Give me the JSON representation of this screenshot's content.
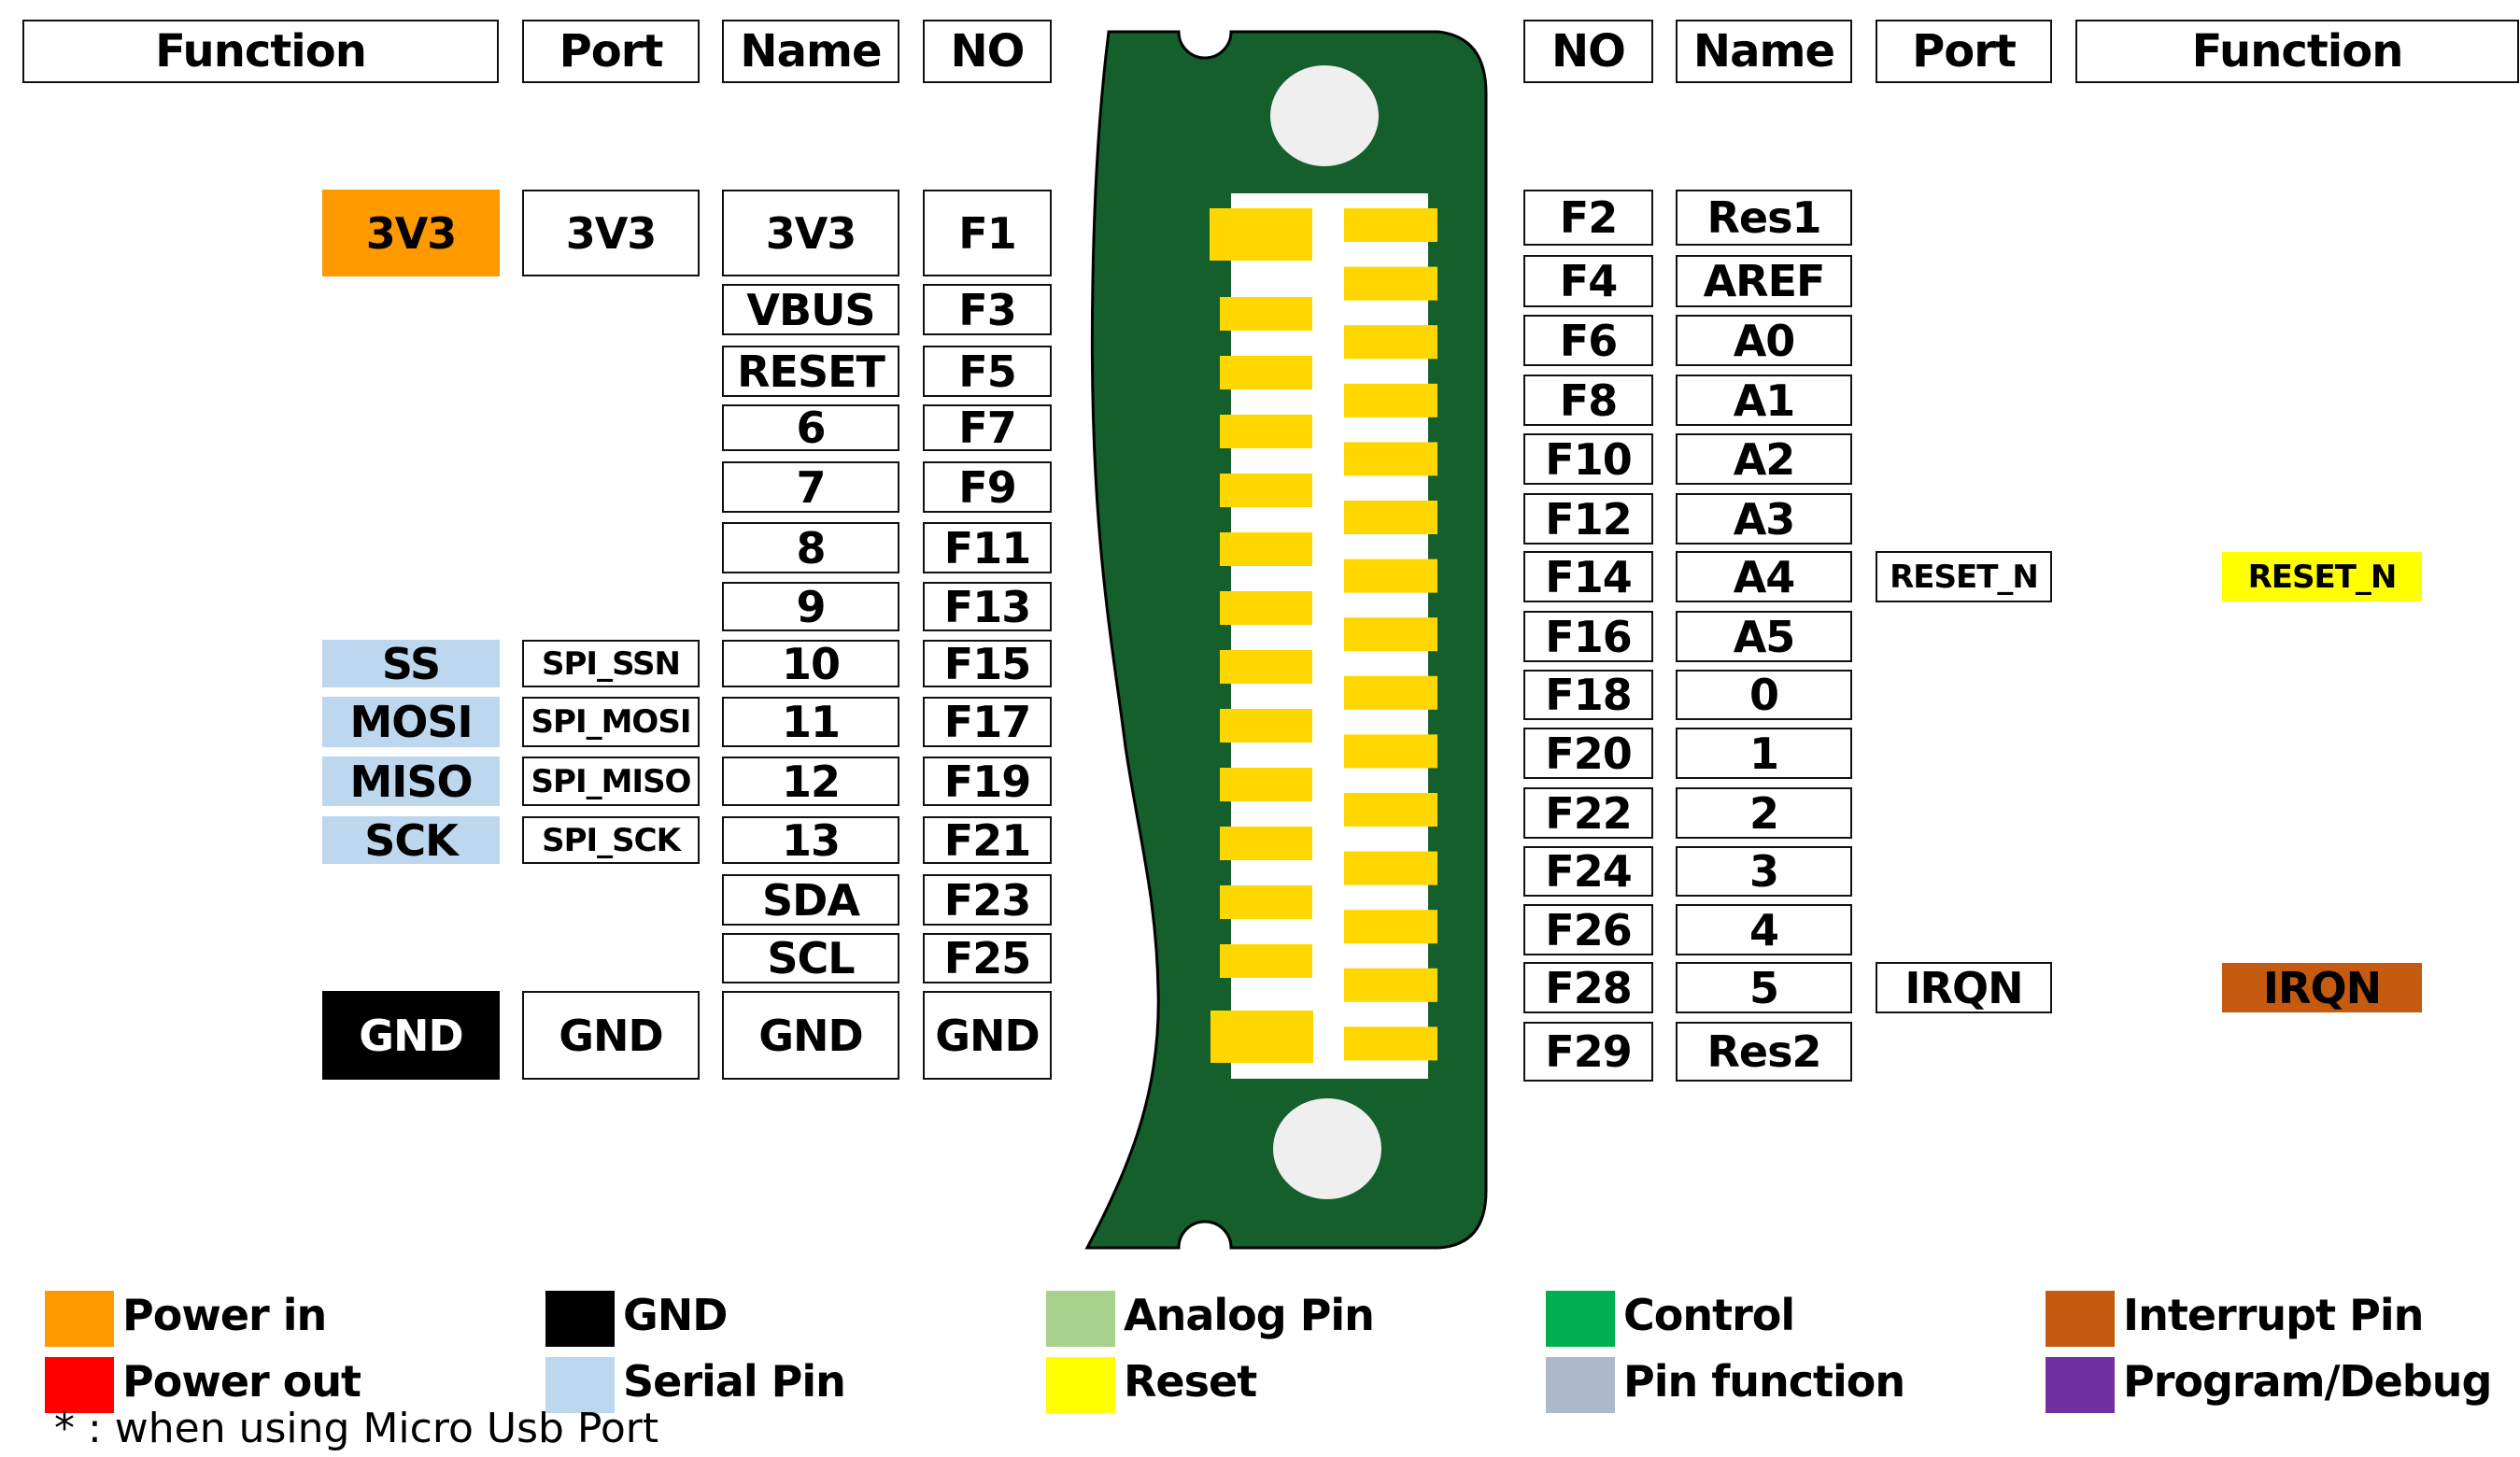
{
  "headers": {
    "left": {
      "function": "Function",
      "port": "Port",
      "name": "Name",
      "no": "NO"
    },
    "right": {
      "no": "NO",
      "name": "Name",
      "port": "Port",
      "function": "Function"
    }
  },
  "left_rows": [
    {
      "no": "F1",
      "name": "3V3",
      "port": "3V3",
      "function": "3V3",
      "function_color": "#FF9900",
      "function_text_color": "#000000"
    },
    {
      "no": "F3",
      "name": "VBUS"
    },
    {
      "no": "F5",
      "name": "RESET"
    },
    {
      "no": "F7",
      "name": "6"
    },
    {
      "no": "F9",
      "name": "7"
    },
    {
      "no": "F11",
      "name": "8"
    },
    {
      "no": "F13",
      "name": "9"
    },
    {
      "no": "F15",
      "name": "10",
      "port": "SPI_SSN",
      "function": "SS",
      "function_color": "#BDD7EE",
      "function_text_color": "#000000"
    },
    {
      "no": "F17",
      "name": "11",
      "port": "SPI_MOSI",
      "function": "MOSI",
      "function_color": "#BDD7EE",
      "function_text_color": "#000000"
    },
    {
      "no": "F19",
      "name": "12",
      "port": "SPI_MISO",
      "function": "MISO",
      "function_color": "#BDD7EE",
      "function_text_color": "#000000"
    },
    {
      "no": "F21",
      "name": "13",
      "port": "SPI_SCK",
      "function": "SCK",
      "function_color": "#BDD7EE",
      "function_text_color": "#000000"
    },
    {
      "no": "F23",
      "name": "SDA"
    },
    {
      "no": "F25",
      "name": "SCL"
    },
    {
      "no": "GND",
      "name": "GND",
      "port": "GND",
      "function": "GND",
      "function_color": "#000000",
      "function_text_color": "#FFFFFF"
    }
  ],
  "right_rows": [
    {
      "no": "F2",
      "name": "Res1"
    },
    {
      "no": "F4",
      "name": "AREF"
    },
    {
      "no": "F6",
      "name": "A0"
    },
    {
      "no": "F8",
      "name": "A1"
    },
    {
      "no": "F10",
      "name": "A2"
    },
    {
      "no": "F12",
      "name": "A3"
    },
    {
      "no": "F14",
      "name": "A4",
      "port": "RESET_N",
      "function": "RESET_N",
      "function_color": "#FFFF00"
    },
    {
      "no": "F16",
      "name": "A5"
    },
    {
      "no": "F18",
      "name": "0"
    },
    {
      "no": "F20",
      "name": "1"
    },
    {
      "no": "F22",
      "name": "2"
    },
    {
      "no": "F24",
      "name": "3"
    },
    {
      "no": "F26",
      "name": "4"
    },
    {
      "no": "F28",
      "name": "5",
      "port": "IRQN",
      "function": "IRQN",
      "function_color": "#C55A11"
    },
    {
      "no": "F29",
      "name": "Res2"
    }
  ],
  "legend": [
    {
      "label": "Power in",
      "color": "#FF9900"
    },
    {
      "label": "Power out",
      "color": "#FF0000"
    },
    {
      "label": "GND",
      "color": "#000000"
    },
    {
      "label": "Serial Pin",
      "color": "#BDD7EE"
    },
    {
      "label": "Analog Pin",
      "color": "#A9D18E"
    },
    {
      "label": "Reset",
      "color": "#FFFF00"
    },
    {
      "label": "Control",
      "color": "#00B050"
    },
    {
      "label": "Pin function",
      "color": "#ADB9CA"
    },
    {
      "label": "Interrupt Pin",
      "color": "#C55A11"
    },
    {
      "label": "Program/Debug",
      "color": "#7030A0"
    }
  ],
  "footnote": "* : when using Micro Usb Port",
  "connector": {
    "board_color": "#145F2C",
    "pad_color": "#FFD700",
    "hole_color": "#EFEFEF",
    "left_pad_count": 14,
    "right_pad_count": 15
  }
}
